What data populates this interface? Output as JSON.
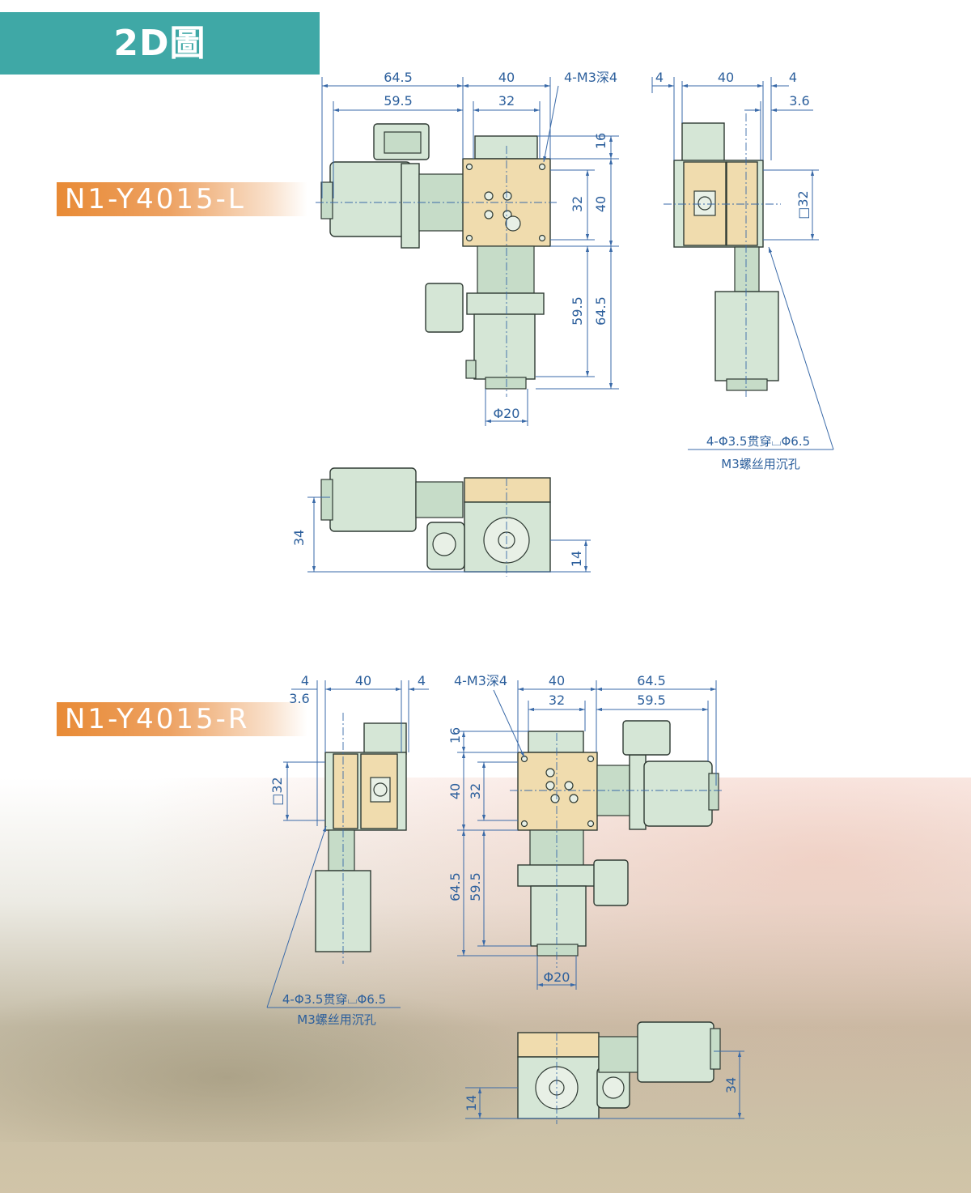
{
  "header": {
    "title": "2D圖",
    "color": "#3fa8a6"
  },
  "models": [
    {
      "label": "N1-Y4015-L",
      "color": "#e88a35"
    },
    {
      "label": "N1-Y4015-R",
      "color": "#e88a35"
    }
  ],
  "dims_L": {
    "top_a": "64.5",
    "top_b": "40",
    "top_c": "59.5",
    "top_d": "32",
    "thread_note": "4-M3深4",
    "right_16": "16",
    "right_32": "32",
    "right_40": "40",
    "right_595": "59.5",
    "right_645": "64.5",
    "phi": "Φ20",
    "side_4a": "4",
    "side_40": "40",
    "side_4b": "4",
    "side_36": "3.6",
    "side_sq": "□32",
    "hole_note_1": "4-Φ3.5贯穿⌴Φ6.5",
    "hole_note_2": "M3螺丝用沉孔",
    "front_34": "34",
    "front_14": "14"
  },
  "dims_R": {
    "side_4a": "4",
    "side_40": "40",
    "side_4b": "4",
    "side_36": "3.6",
    "side_sq": "□32",
    "thread_note": "4-M3深4",
    "top_40": "40",
    "top_645": "64.5",
    "top_32": "32",
    "top_595": "59.5",
    "left_16": "16",
    "left_40": "40",
    "left_32": "32",
    "left_645": "64.5",
    "left_595": "59.5",
    "phi": "Φ20",
    "hole_note_1": "4-Φ3.5贯穿⌴Φ6.5",
    "hole_note_2": "M3螺丝用沉孔",
    "front_14": "14",
    "front_34": "34"
  }
}
